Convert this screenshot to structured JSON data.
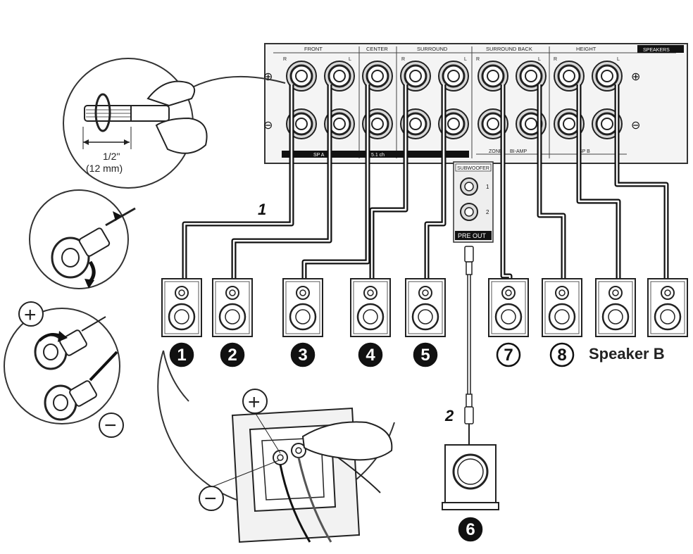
{
  "panel": {
    "headers": {
      "front": "FRONT",
      "center": "CENTER",
      "surround": "SURROUND",
      "surround_back": "SURROUND BACK",
      "height": "HEIGHT",
      "speakers": "SPEAKERS"
    },
    "r": "R",
    "l": "L",
    "plus": "⊕",
    "minus": "⊖",
    "bottom_labels": {
      "sp_a": "SP A",
      "ch51": "5.1 ch",
      "zone": "ZONE",
      "bi_amp": "BI-AMP",
      "sp_b": "SP B"
    }
  },
  "subwoofer_panel": {
    "title": "SUBWOOFER",
    "out1": "1",
    "out2": "2",
    "pre_out": "PRE OUT"
  },
  "steps": {
    "step1": "1",
    "step2": "2"
  },
  "speaker_numbers": {
    "n1": "1",
    "n2": "2",
    "n3": "3",
    "n4": "4",
    "n5": "5",
    "n6": "6",
    "n7": "7",
    "n8": "8"
  },
  "speaker_b_label": "Speaker B",
  "wire_strip": {
    "inch": "1/2\"",
    "mm": "(12 mm)"
  },
  "detail_signs": {
    "plus": "+",
    "minus": "−"
  }
}
